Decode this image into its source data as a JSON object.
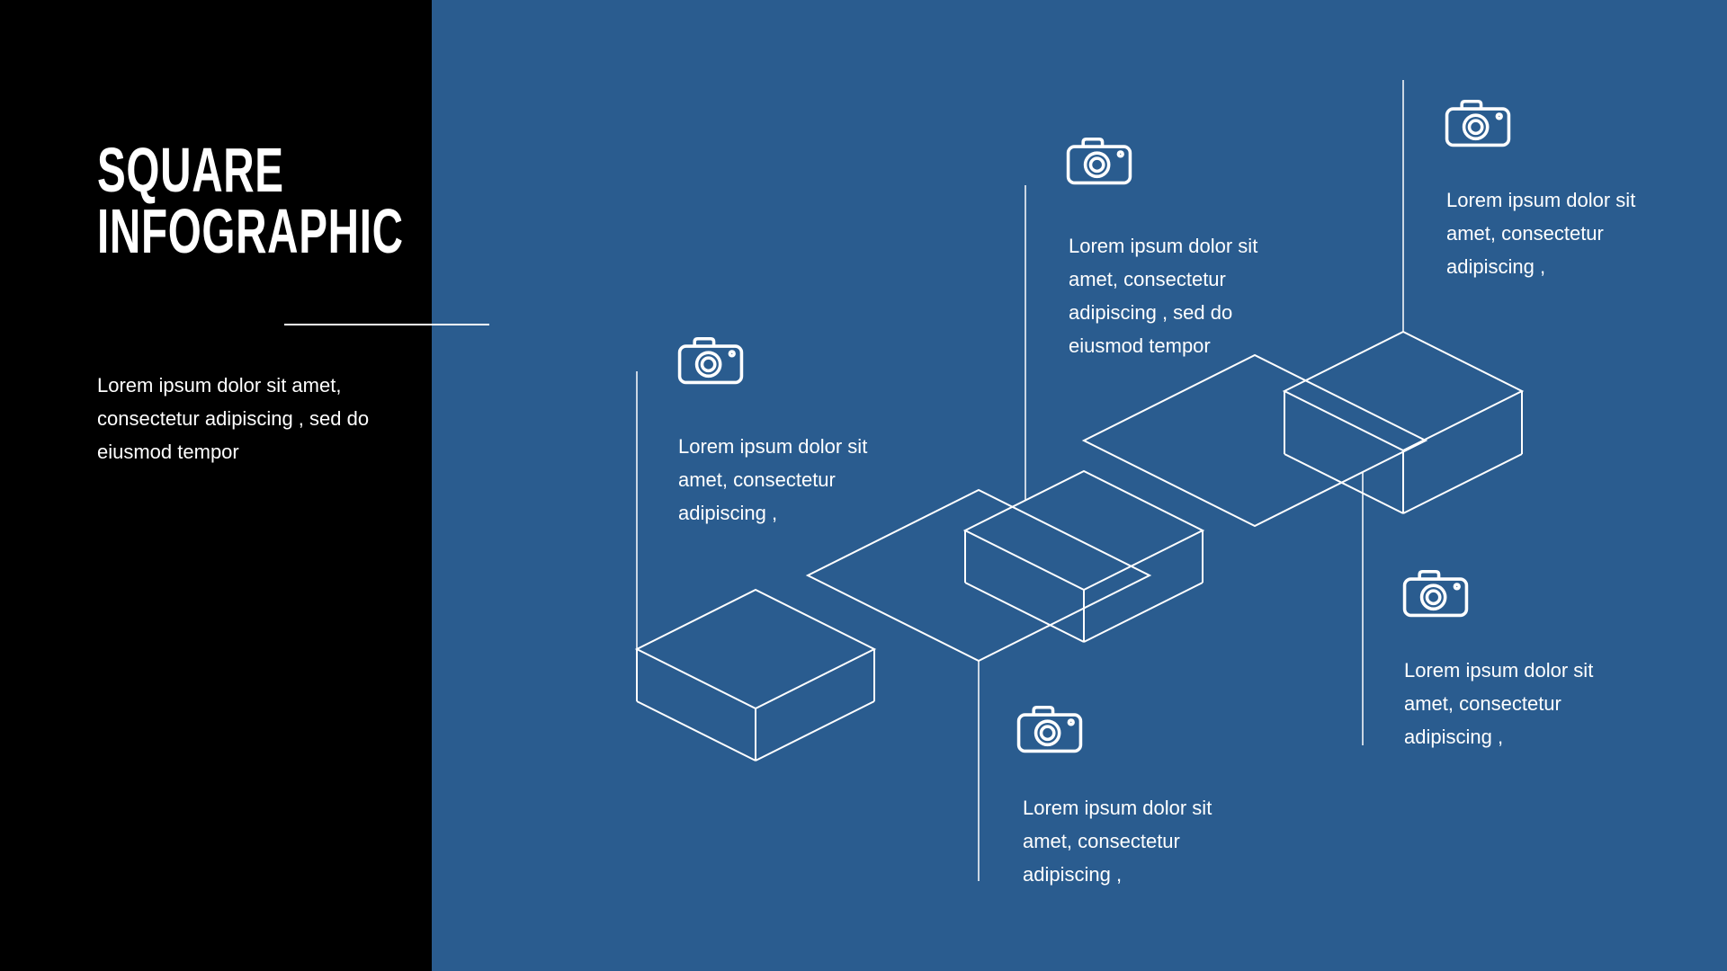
{
  "page": {
    "title_line1": "SQUARE",
    "title_line2": "INFOGRAPHIC"
  },
  "sidebar": {
    "description": "Lorem ipsum dolor sit amet, consectetur adipiscing , sed do eiusmod tempor"
  },
  "colors": {
    "panel": "#000000",
    "background": "#2a5c8f",
    "text": "#ffffff"
  },
  "items": [
    {
      "icon": "camera-icon",
      "text": "Lorem ipsum dolor sit amet, consectetur adipiscing ,"
    },
    {
      "icon": "camera-icon",
      "text": "Lorem ipsum dolor sit amet, consectetur adipiscing , sed do eiusmod tempor"
    },
    {
      "icon": "camera-icon",
      "text": "Lorem ipsum dolor sit amet, consectetur adipiscing ,"
    },
    {
      "icon": "camera-icon",
      "text": "Lorem ipsum dolor sit amet, consectetur adipiscing ,"
    },
    {
      "icon": "camera-icon",
      "text": "Lorem ipsum dolor sit amet, consectetur adipiscing ,"
    }
  ]
}
